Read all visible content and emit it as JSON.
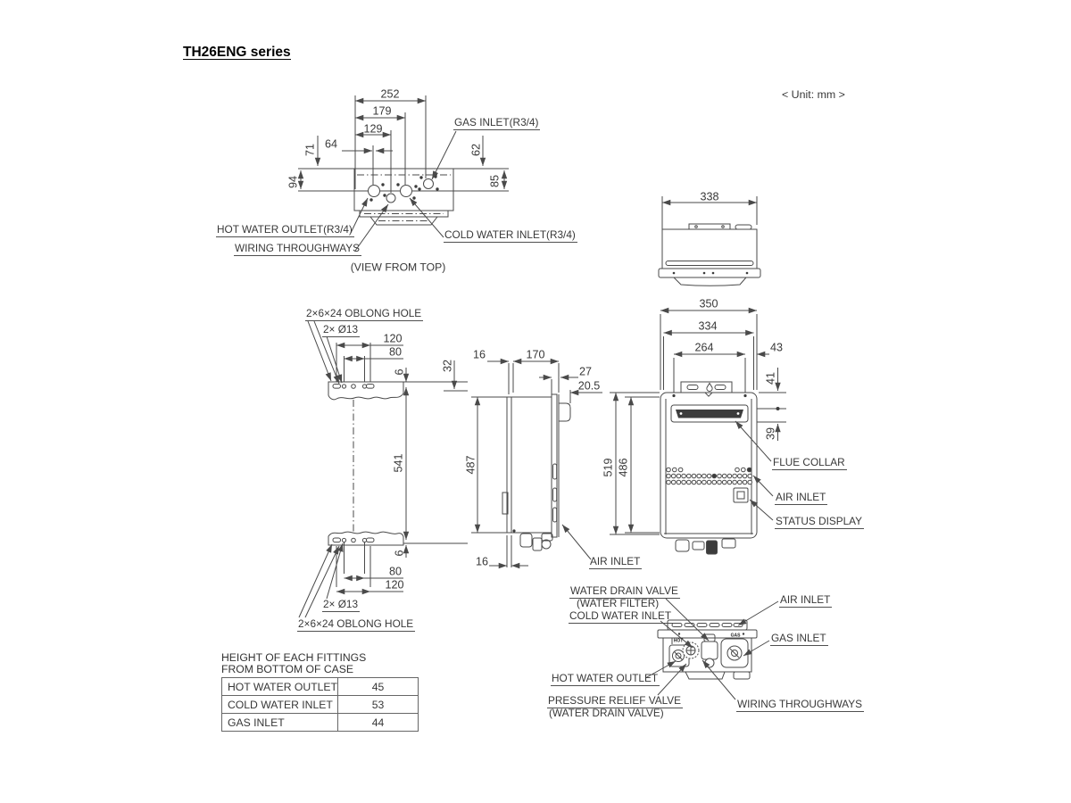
{
  "title": "TH26ENG series",
  "unit_note": "< Unit: mm >",
  "top_view": {
    "caption": "(VIEW FROM TOP)",
    "labels": {
      "gas_inlet": "GAS INLET(R3/4)",
      "hot_water_outlet": "HOT WATER OUTLET(R3/4)",
      "wiring_throughways": "WIRING THROUGHWAYS",
      "cold_water_inlet": "COLD WATER INLET(R3/4)"
    },
    "dims": {
      "d252": "252",
      "d179": "179",
      "d129": "129",
      "d64": "64",
      "d71": "71",
      "d62": "62",
      "d94": "94",
      "d85": "85"
    }
  },
  "rear_top_view": {
    "dims": {
      "d338": "338"
    }
  },
  "mounting_view": {
    "labels": {
      "oblong_top": "2×6×24 OBLONG HOLE",
      "dia_top": "2× Ø13",
      "oblong_bottom": "2×6×24 OBLONG HOLE",
      "dia_bottom": "2× Ø13"
    },
    "dims": {
      "d120_top": "120",
      "d80_top": "80",
      "d6_top": "6",
      "d541": "541",
      "d6_bottom": "6",
      "d80_bottom": "80",
      "d120_bottom": "120"
    }
  },
  "side_view": {
    "labels": {
      "air_inlet": "AIR INLET"
    },
    "dims": {
      "d32": "32",
      "d16_top": "16",
      "d170": "170",
      "d27": "27",
      "d20_5": "20.5",
      "d487": "487",
      "d16_bottom": "16"
    }
  },
  "front_view": {
    "labels": {
      "flue_collar": "FLUE COLLAR",
      "air_inlet": "AIR INLET",
      "status_display": "STATUS DISPLAY"
    },
    "dims": {
      "d350": "350",
      "d334": "334",
      "d264": "264",
      "d43": "43",
      "d41": "41",
      "d39": "39",
      "d519": "519",
      "d486": "486"
    }
  },
  "bottom_view": {
    "labels": {
      "water_drain_valve": "WATER DRAIN VALVE",
      "water_filter": "(WATER FILTER)",
      "cold_water_inlet": "COLD WATER INLET",
      "air_inlet": "AIR INLET",
      "gas_inlet": "GAS INLET",
      "hot_water_outlet": "HOT WATER OUTLET",
      "pressure_relief_valve": "PRESSURE RELIEF VALVE",
      "pressure_relief_valve2": "(WATER DRAIN VALVE)",
      "wiring_throughways": "WIRING THROUGHWAYS",
      "hot_marking": "HOT",
      "gas_marking": "GAS"
    }
  },
  "fittings_table": {
    "caption_line1": "HEIGHT OF EACH FITTINGS",
    "caption_line2": "FROM BOTTOM OF CASE",
    "rows": [
      {
        "label": "HOT WATER OUTLET",
        "value": "45"
      },
      {
        "label": "COLD WATER INLET",
        "value": "53"
      },
      {
        "label": "GAS INLET",
        "value": "44"
      }
    ]
  },
  "colors": {
    "line": "#4a4a4a",
    "text": "#383838",
    "dark_fill": "#3c3c3c"
  }
}
